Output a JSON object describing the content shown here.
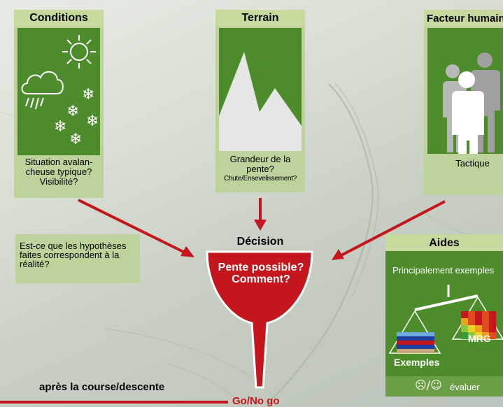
{
  "conditions": {
    "title": "Conditions",
    "text": "Situation avalan-\ncheuse typique?\nVisibilité?"
  },
  "terrain": {
    "title": "Terrain",
    "text": "Grandeur de la\npente?",
    "subtext": "Chute/Ensevelissement?"
  },
  "human": {
    "title": "Facteur humain",
    "text": "Tactique"
  },
  "note": {
    "text": "Est-ce que les hypothèses\nfaites correspondent à la\nréalité?"
  },
  "decision": {
    "label": "Décision",
    "funnel_text": "Pente possible?\nComment?"
  },
  "aides": {
    "title": "Aides",
    "subtitle": "Principalement exemples",
    "left_label": "Exemples",
    "right_label": "MRG",
    "footer_text": "évaluer",
    "footer_symbols": "☹/☺"
  },
  "bottom": {
    "after_label": "après la course/descente",
    "go_label": "Go/No go"
  },
  "colors": {
    "green_dark": "#4c8c2b",
    "green_light": "#bdd39b",
    "red": "#c4161c"
  }
}
